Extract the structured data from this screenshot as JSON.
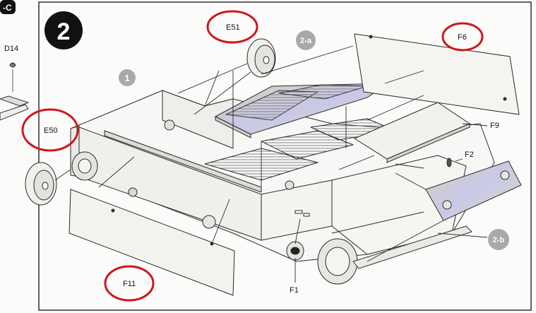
{
  "step": {
    "number": "2",
    "prev_step_tab": "-C"
  },
  "colors": {
    "highlight": "#d0161b",
    "line": "#2a2a2a",
    "step_badge": "#111111",
    "sub_badge": "#a9a9a9"
  },
  "sub_steps": {
    "one": "1",
    "two_a": "2-a",
    "two_b": "2-b"
  },
  "parts": {
    "d14": "D14",
    "e50": "E50",
    "e51": "E51",
    "f6": "F6",
    "f9": "F9",
    "f2": "F2",
    "f1": "F1",
    "f11": "F11"
  },
  "highlighted_parts": [
    "E51",
    "F6",
    "E50",
    "F11"
  ]
}
